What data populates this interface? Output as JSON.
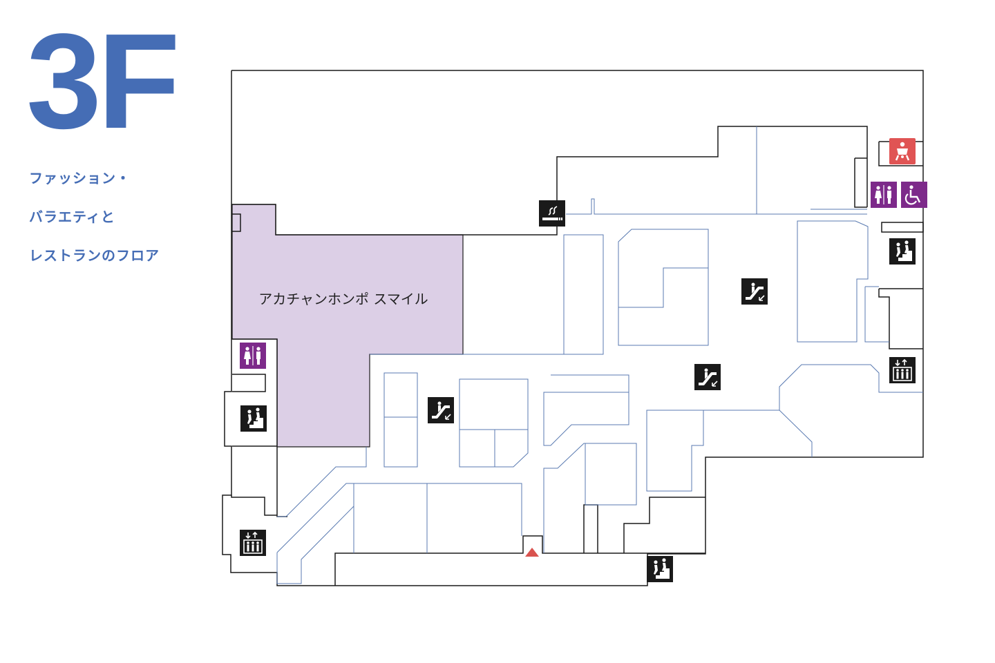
{
  "floor": "3F",
  "description_lines": [
    "ファッション・",
    "バラエティと",
    "レストランのフロア"
  ],
  "stores": [
    {
      "name": "アカチャンホンポ スマイル"
    }
  ],
  "colors": {
    "brand_blue": "#456db5",
    "store_highlight": "#dccfe6",
    "restroom_purple": "#7d2a8a",
    "baby_room_red": "#e05454",
    "icon_black": "#1a1a1a",
    "current_location": "#d9534f"
  },
  "icons": [
    "smoking-area-icon",
    "baby-room-icon",
    "restroom-icon",
    "accessible-restroom-icon",
    "stairs-icon",
    "escalator-icon",
    "elevator-icon",
    "current-location-marker"
  ]
}
